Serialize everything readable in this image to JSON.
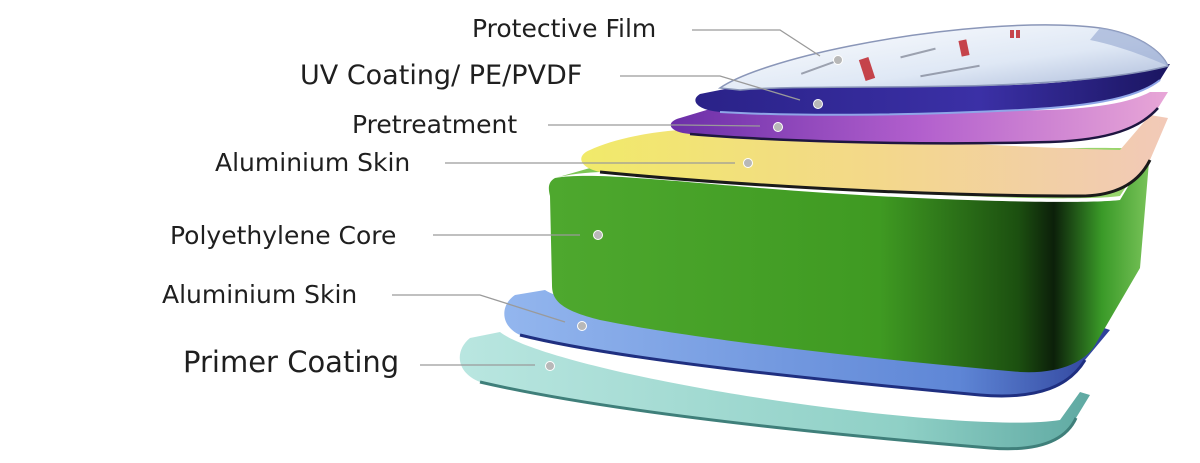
{
  "diagram": {
    "layers": [
      {
        "label": "Protective Film",
        "color": "#c9d8ee"
      },
      {
        "label": "UV Coating/ PE/PVDF",
        "color": "#3b2a8f"
      },
      {
        "label": "Pretreatment",
        "color": "#8a3fb5"
      },
      {
        "label": "Aluminium Skin",
        "color": "#e6de3c"
      },
      {
        "label": "Polyethylene Core",
        "color": "#3fa12a"
      },
      {
        "label": "Aluminium Skin",
        "color": "#5f86d6"
      },
      {
        "label": "Primer Coating",
        "color": "#8cd0c8"
      }
    ],
    "leader_color": "#9a9a9a",
    "dot_color": "#b8b8b8"
  }
}
